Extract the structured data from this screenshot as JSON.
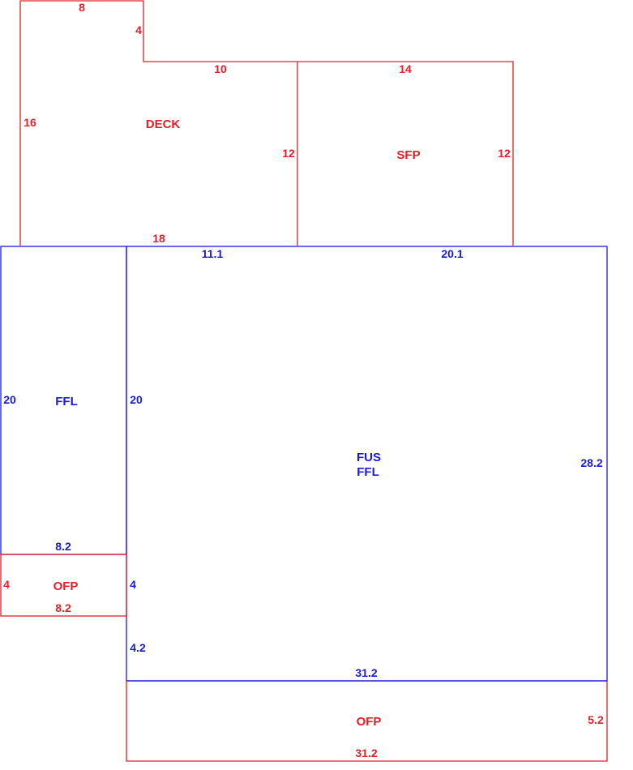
{
  "colors": {
    "red": "#e0202a",
    "blue": "#1a1adb",
    "background": "#ffffff"
  },
  "areas": {
    "deck": {
      "label": "DECK"
    },
    "sfp": {
      "label": "SFP"
    },
    "ffl_left": {
      "label": "FFL"
    },
    "fus_ffl": {
      "label_line1": "FUS",
      "label_line2": "FFL"
    },
    "ofp_small": {
      "label": "OFP"
    },
    "ofp_bottom": {
      "label": "OFP"
    }
  },
  "dimensions": {
    "deck_top": "8",
    "deck_notch_vertical": "4",
    "deck_left": "16",
    "deck_upper_run": "10",
    "deck_right": "12",
    "deck_bottom": "18",
    "sfp_top": "14",
    "sfp_right": "12",
    "ffl_left_side": "20",
    "ffl_right_side": "20",
    "ffl_bottom": "8.2",
    "main_top_left": "11.1",
    "main_top_right": "20.1",
    "main_right": "28.2",
    "main_left_mid": "4",
    "main_left_low": "4.2",
    "main_bottom": "31.2",
    "ofp_small_left": "4",
    "ofp_small_bottom": "8.2",
    "ofp_bottom_right": "5.2",
    "ofp_bottom_bottom": "31.2"
  }
}
